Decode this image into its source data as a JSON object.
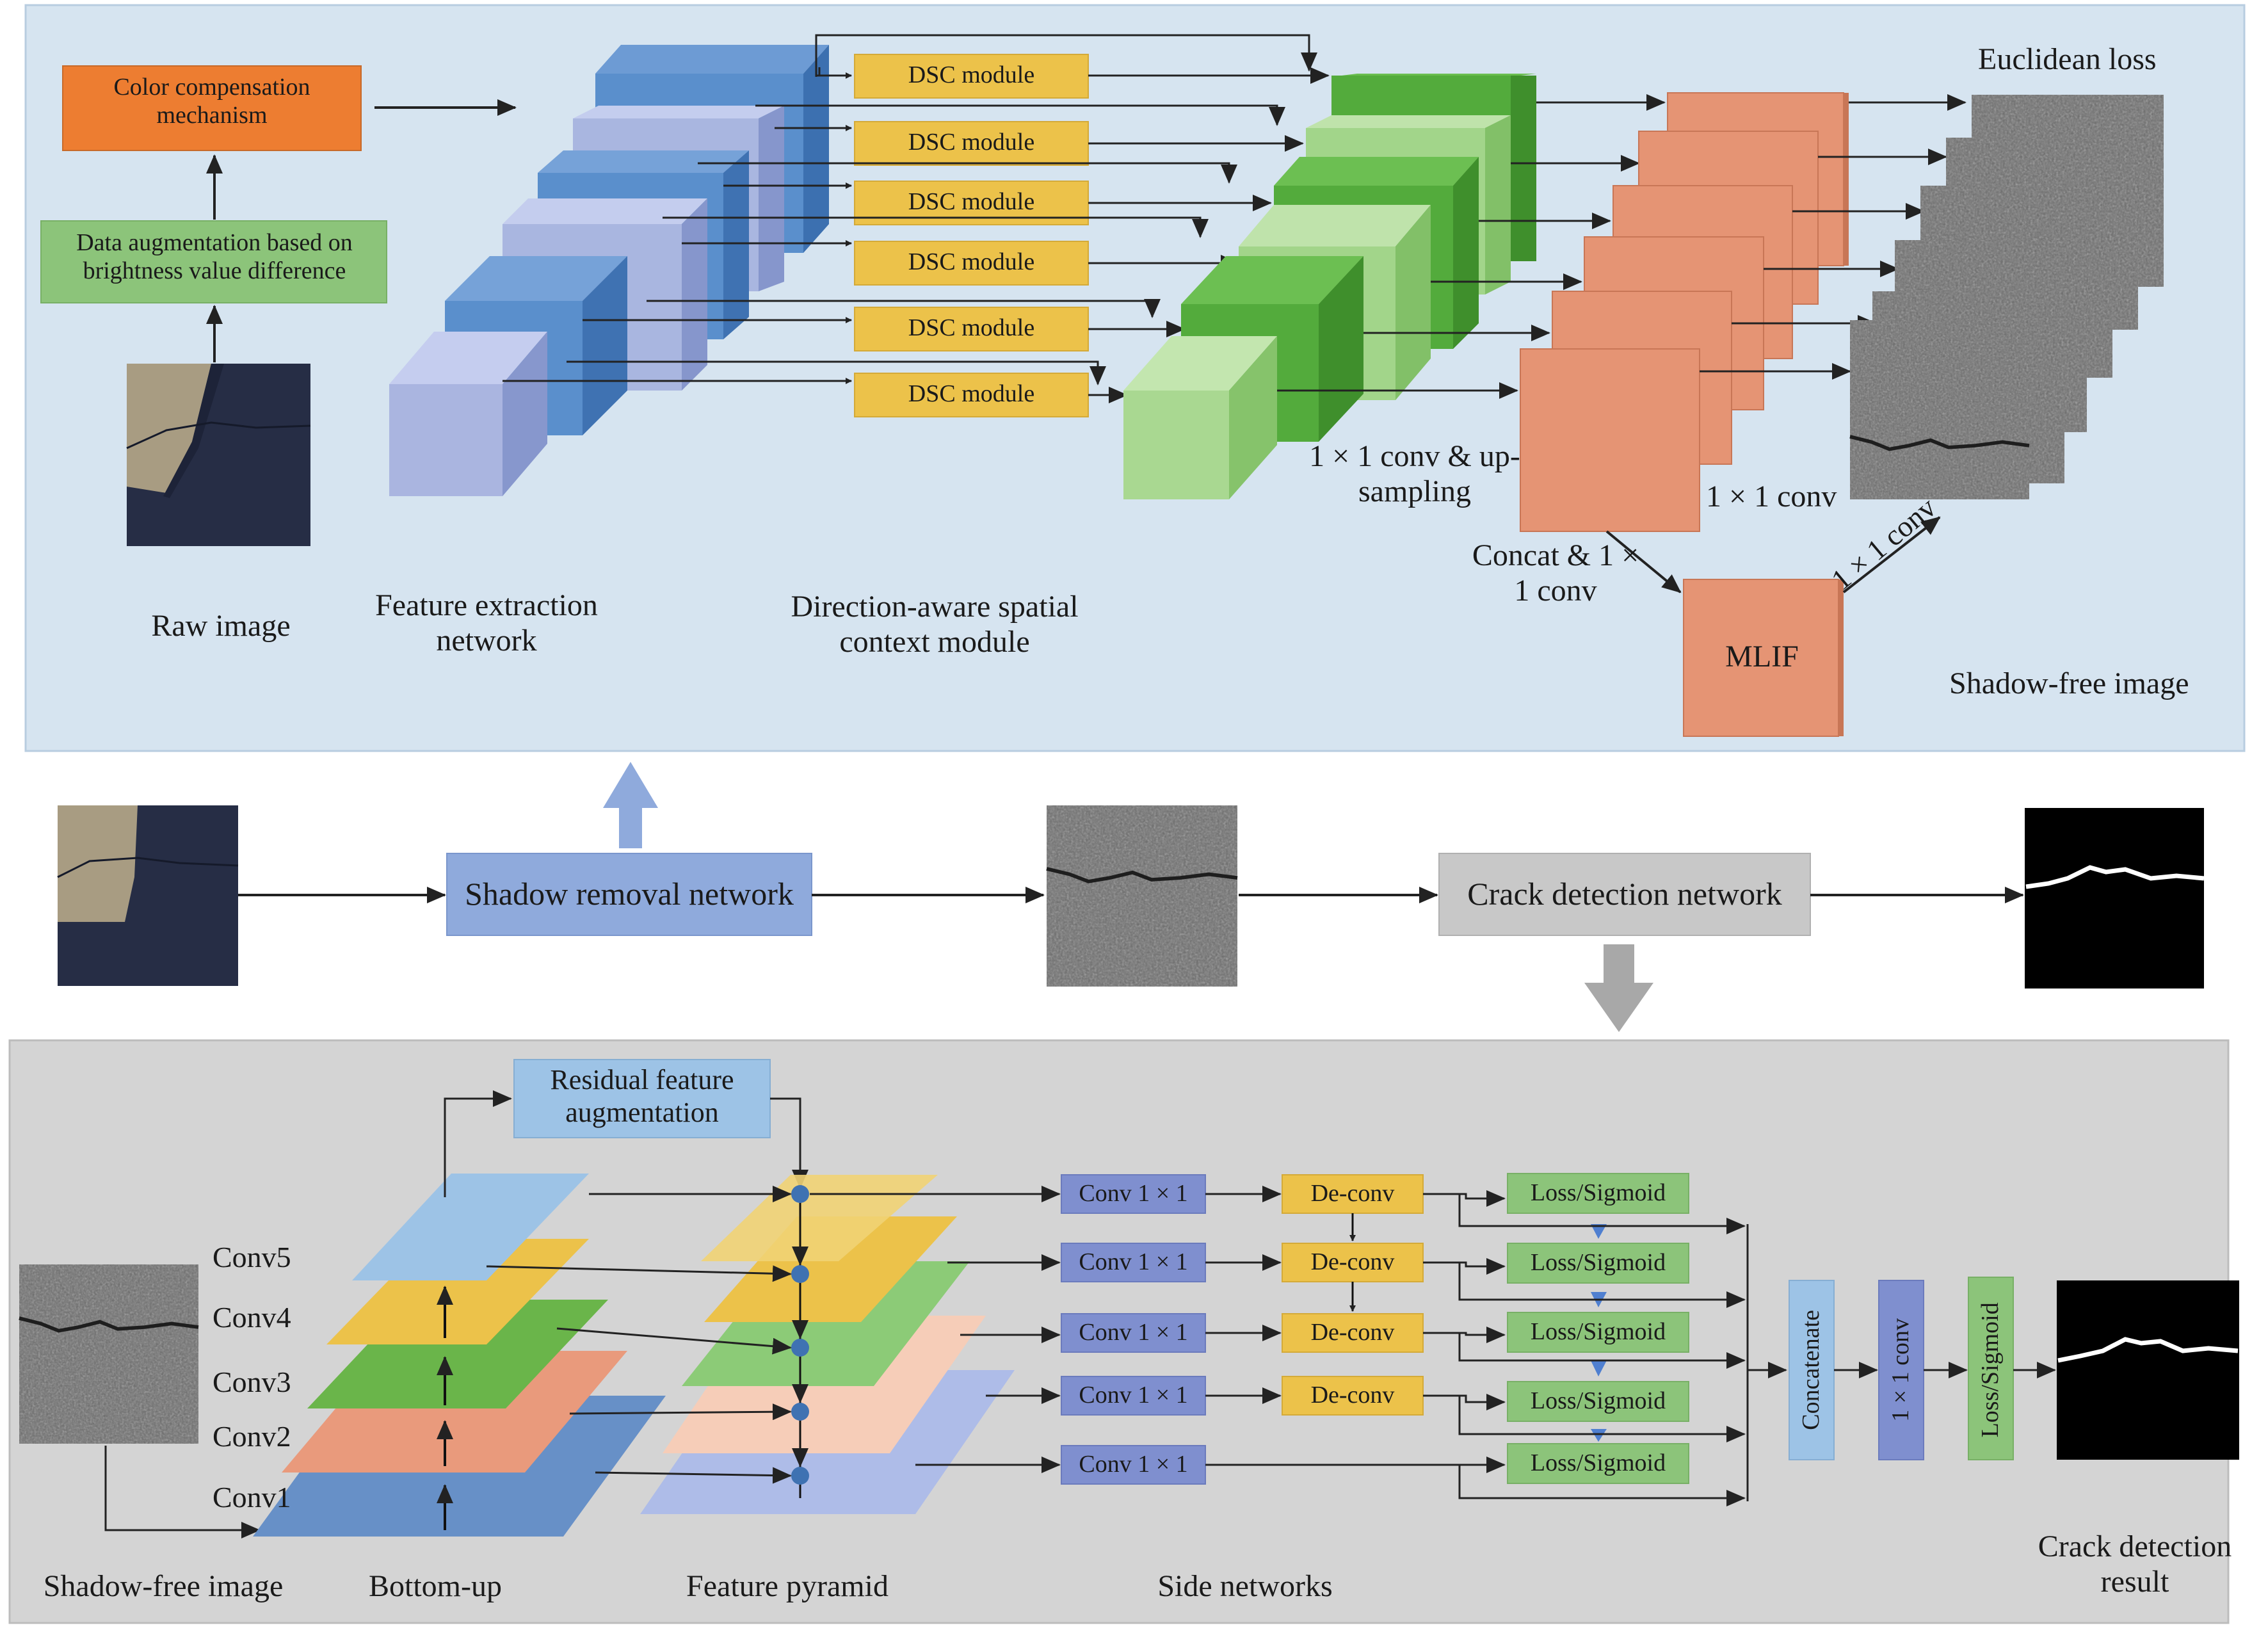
{
  "shadow_removal": {
    "color_compensation": "Color compensation mechanism",
    "data_augmentation": "Data augmentation based on brightness value difference",
    "raw_image_label": "Raw image",
    "feature_extraction_label": "Feature extraction network",
    "dsc_module": "DSC module",
    "dsc_label": "Direction-aware spatial context module",
    "conv_upsampling_label": "1 × 1 conv & up-sampling",
    "one_by_one_conv_label": "1 × 1 conv",
    "concat_conv_label": "Concat & 1 × 1 conv",
    "mlif_label": "MLIF",
    "diag_conv_label": "1 × 1 conv",
    "euclidean_loss_label": "Euclidean loss",
    "shadow_free_label": "Shadow-free image"
  },
  "pipeline": {
    "shadow_removal_network": "Shadow removal network",
    "crack_detection_network": "Crack detection network"
  },
  "crack_detection": {
    "residual_feature": "Residual feature augmentation",
    "conv_levels": [
      "Conv5",
      "Conv4",
      "Conv3",
      "Conv2",
      "Conv1"
    ],
    "side_conv": "Conv 1 × 1",
    "deconv": "De-conv",
    "loss_sigmoid": "Loss/Sigmoid",
    "concatenate": "Concatenate",
    "final_conv": "1 × 1 conv",
    "final_loss": "Loss/Sigmoid",
    "shadow_free_label": "Shadow-free image",
    "bottom_up_label": "Bottom-up",
    "feature_pyramid_label": "Feature pyramid",
    "side_networks_label": "Side networks",
    "result_label": "Crack detection result"
  },
  "colors": {
    "top_panel_bg": "#d6e4f0",
    "bottom_panel_bg": "#d4d4d4",
    "orange": "#ed7d31",
    "green_box": "#8cc47a",
    "yellow_box": "#ecc24a",
    "salmon": "#e59474",
    "blue_box": "#8faadc",
    "gray_box": "#c8c8c8",
    "light_blue_box": "#9dc3e6",
    "purple_box": "#7f8fcf"
  }
}
